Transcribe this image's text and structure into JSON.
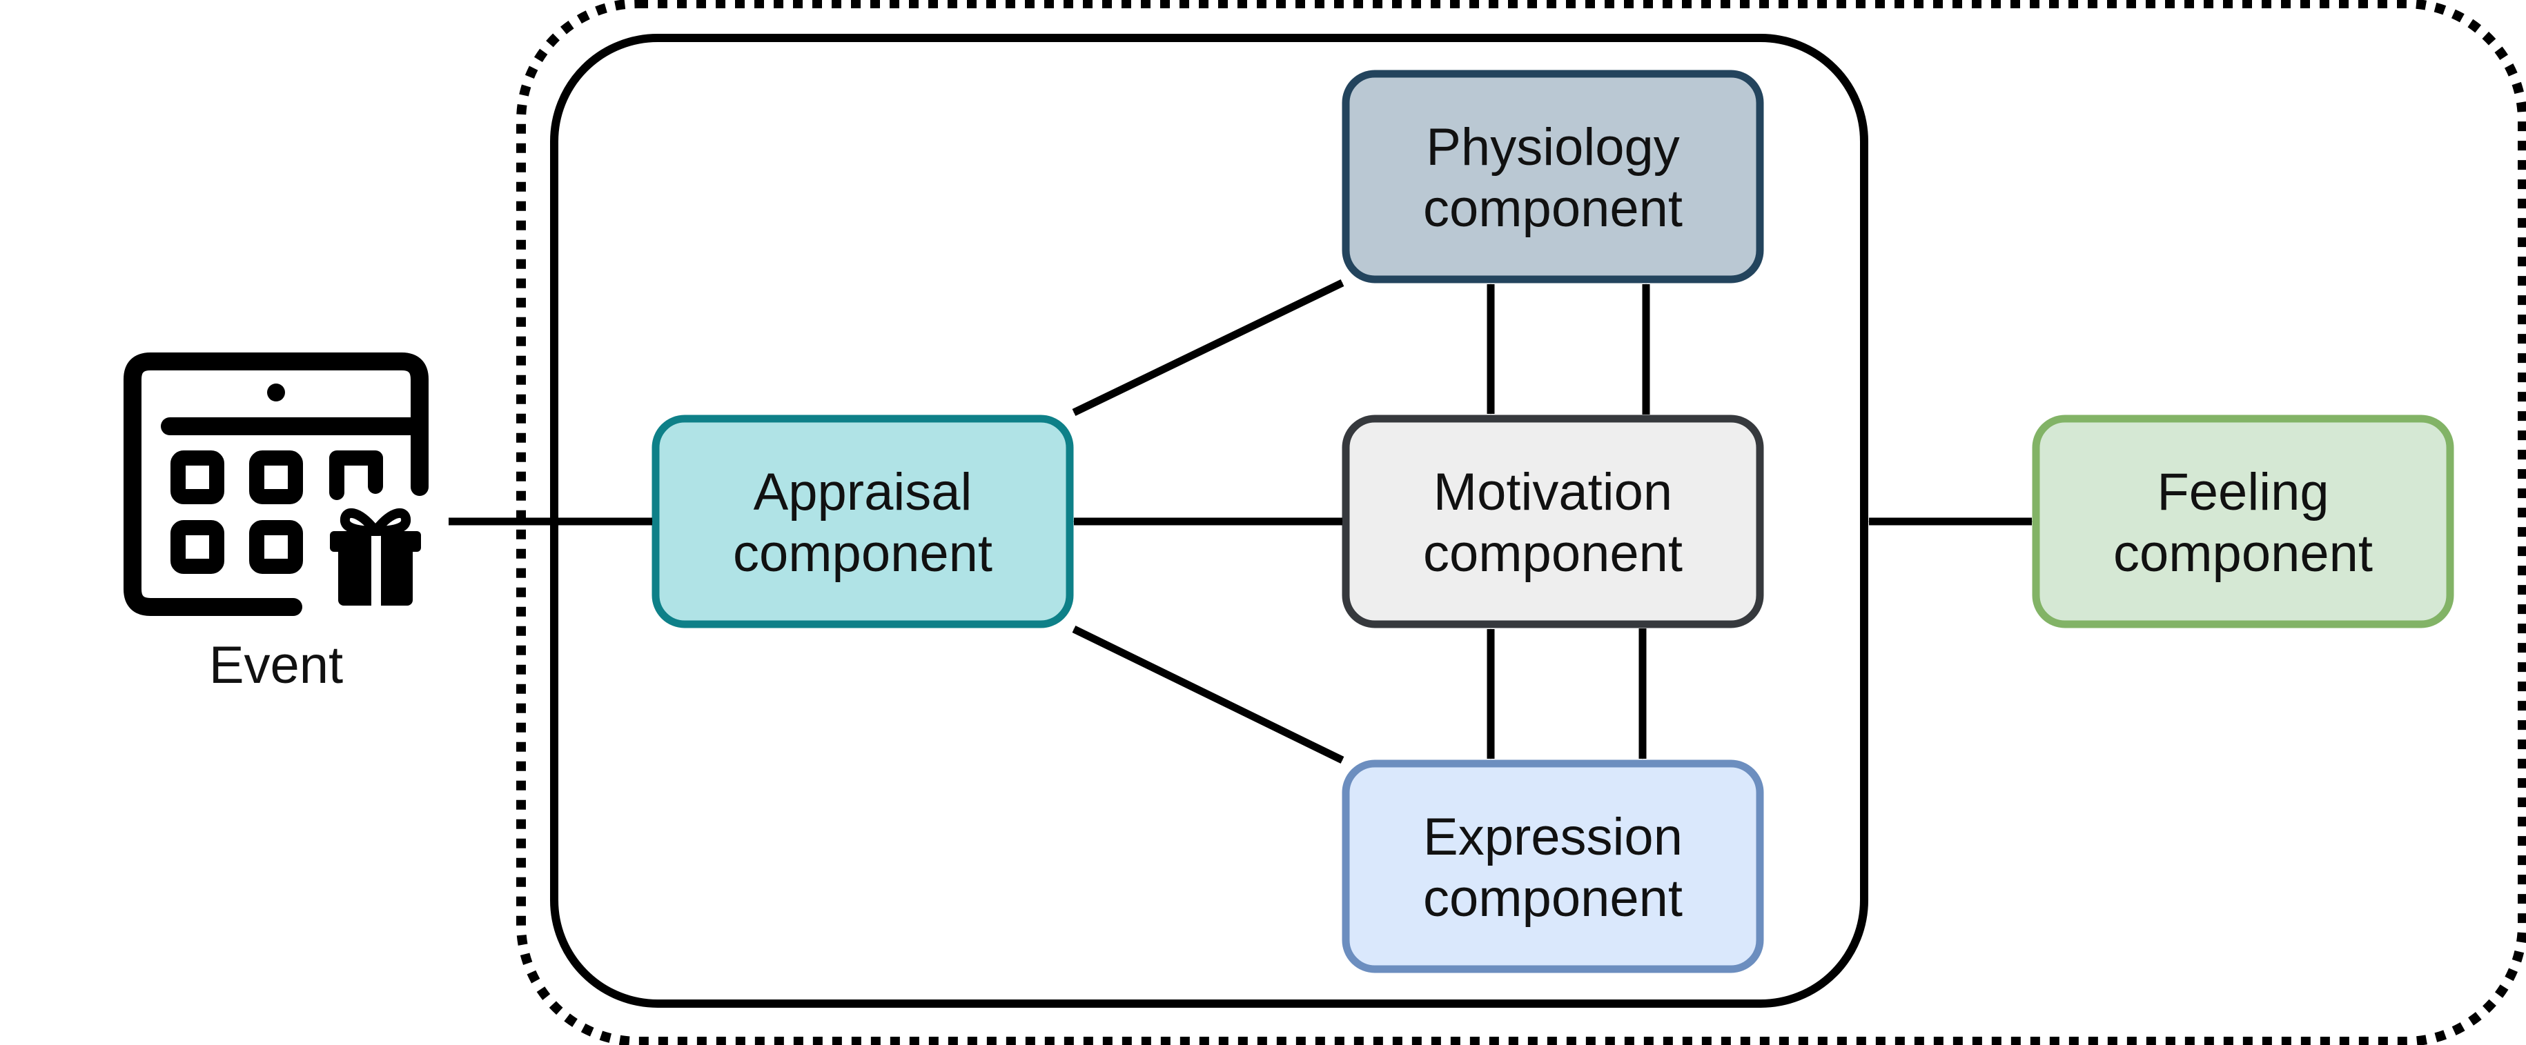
{
  "event": {
    "label": "Event",
    "icon": "calendar-event-icon"
  },
  "components": {
    "appraisal": {
      "line1": "Appraisal",
      "line2": "component",
      "fill": "#b0e3e6",
      "stroke": "#0e8088"
    },
    "physiology": {
      "line1": "Physiology",
      "line2": "component",
      "fill": "#bac8d3",
      "stroke": "#23445d"
    },
    "motivation": {
      "line1": "Motivation",
      "line2": "component",
      "fill": "#eeeeee",
      "stroke": "#36393d"
    },
    "expression": {
      "line1": "Expression",
      "line2": "component",
      "fill": "#dae8fc",
      "stroke": "#6c8ebf"
    },
    "feeling": {
      "line1": "Feeling",
      "line2": "component",
      "fill": "#d5e8d4",
      "stroke": "#82b366"
    }
  },
  "connections": [
    {
      "from": "event",
      "to": "appraisal",
      "direction": "one-way"
    },
    {
      "from": "appraisal",
      "to": "physiology",
      "direction": "two-way"
    },
    {
      "from": "appraisal",
      "to": "motivation",
      "direction": "two-way"
    },
    {
      "from": "appraisal",
      "to": "expression",
      "direction": "two-way"
    },
    {
      "from": "motivation",
      "to": "physiology",
      "direction": "two-way"
    },
    {
      "from": "motivation",
      "to": "physiology",
      "direction": "one-way"
    },
    {
      "from": "motivation",
      "to": "expression",
      "direction": "two-way"
    },
    {
      "from": "motivation",
      "to": "expression",
      "direction": "one-way"
    },
    {
      "from": "inner-group",
      "to": "feeling",
      "direction": "two-way"
    }
  ]
}
